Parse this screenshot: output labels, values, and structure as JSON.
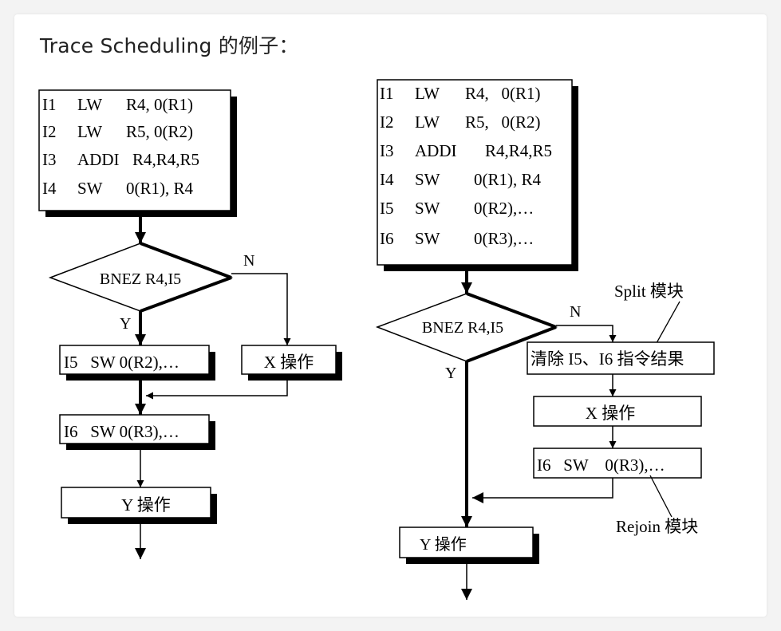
{
  "title": "Trace Scheduling 的例子：",
  "left": {
    "block1": [
      {
        "id": "I1",
        "op": "LW",
        "args": "R4, 0(R1)"
      },
      {
        "id": "I2",
        "op": "LW",
        "args": "R5, 0(R2)"
      },
      {
        "id": "I3",
        "op": "ADDI",
        "args": "R4,R4,R5"
      },
      {
        "id": "I4",
        "op": "SW",
        "args": "0(R1), R4"
      }
    ],
    "branch": "BNEZ R4,I5",
    "yes": "Y",
    "no": "N",
    "i5": "I5   SW 0(R2),…",
    "x_op": "X 操作",
    "i6": "I6   SW 0(R3),…",
    "y_op": "Y 操作"
  },
  "right": {
    "block1": [
      {
        "id": "I1",
        "op": "LW",
        "args": "R4,   0(R1)"
      },
      {
        "id": "I2",
        "op": "LW",
        "args": "R5,   0(R2)"
      },
      {
        "id": "I3",
        "op": "ADDI",
        "args": "R4,R4,R5"
      },
      {
        "id": "I4",
        "op": "SW",
        "args": "0(R1), R4"
      },
      {
        "id": "I5",
        "op": "SW",
        "args": "0(R2),…"
      },
      {
        "id": "I6",
        "op": "SW",
        "args": "0(R3),…"
      }
    ],
    "branch": "BNEZ R4,I5",
    "yes": "Y",
    "no": "N",
    "split_label": "Split 模块",
    "clear": "清除 I5、I6 指令结果",
    "x_op": "X 操作",
    "i6": "I6   SW    0(R3),…",
    "rejoin_label": "Rejoin 模块",
    "y_op": "Y 操作"
  }
}
